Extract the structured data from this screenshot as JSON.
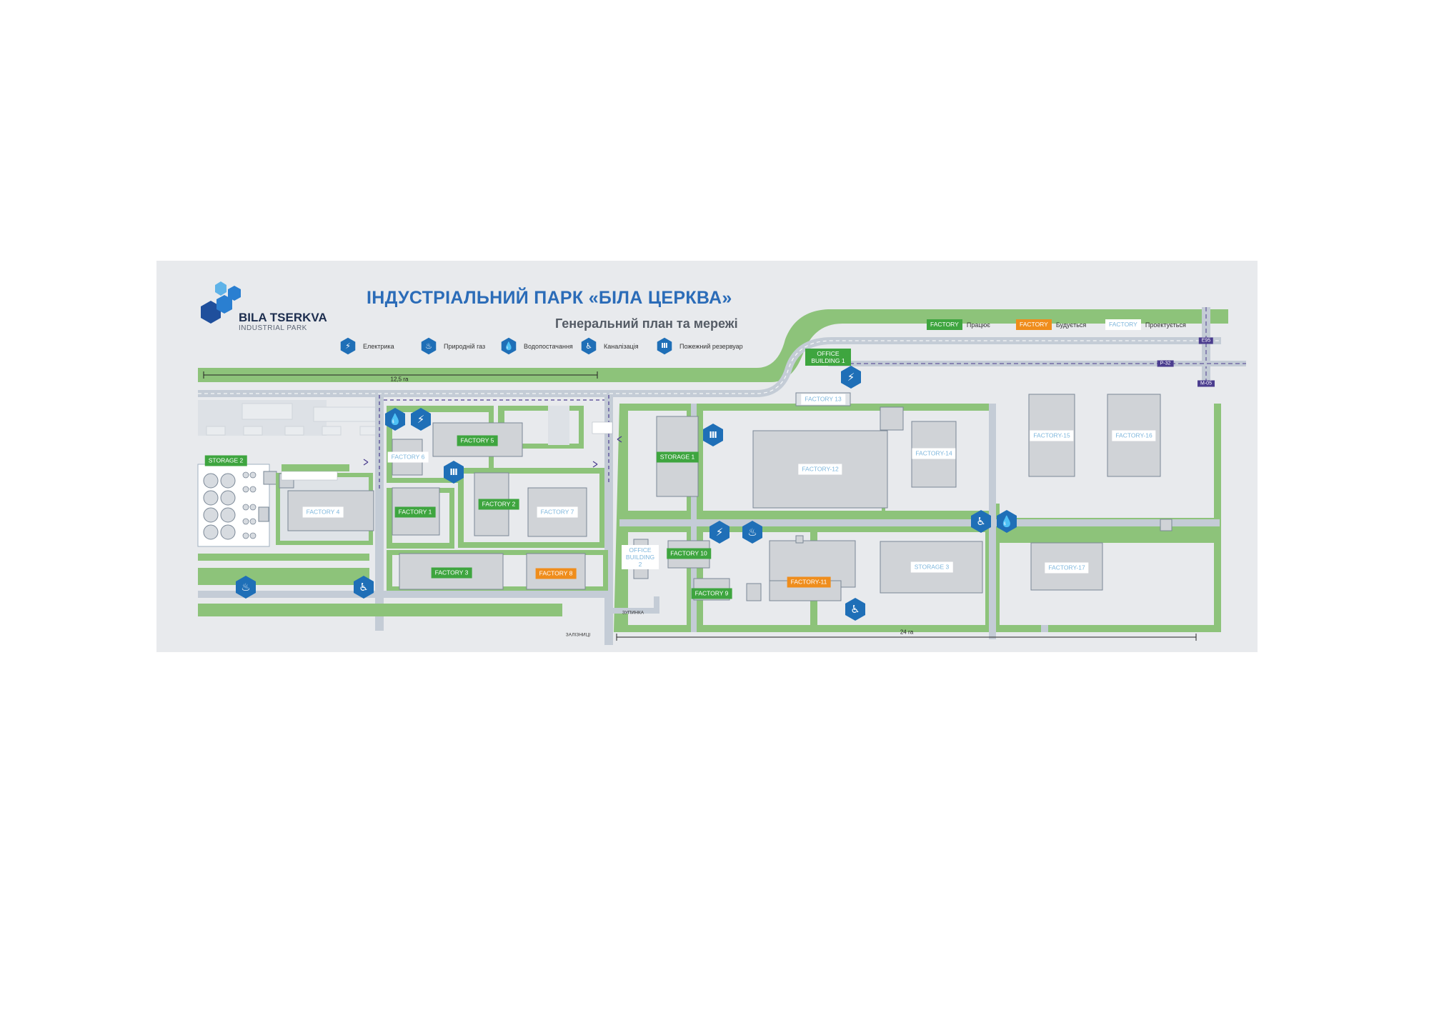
{
  "header": {
    "title": "ІНДУСТРІАЛЬНИЙ ПАРК «БІЛА ЦЕРКВА»",
    "subtitle": "Генеральний план та мережі"
  },
  "brand": {
    "name": "BILA TSERKVA",
    "tagline": "INDUSTRIAL PARK",
    "colors": [
      "#1f4f9c",
      "#2a7fd1",
      "#5fb3e8"
    ]
  },
  "legend": {
    "utilities": [
      {
        "icon": "electricity-icon",
        "label": "Електрика"
      },
      {
        "icon": "gas-icon",
        "label": "Природній газ"
      },
      {
        "icon": "water-icon",
        "label": "Водопостачання"
      },
      {
        "icon": "sewer-icon",
        "label": "Каналізація"
      },
      {
        "icon": "fire-reservoir-icon",
        "label": "Пожежний резервуар"
      }
    ],
    "statuses": [
      {
        "chip": "FACTORY",
        "label": "Працює",
        "color": "#3ea53f"
      },
      {
        "chip": "FACTORY",
        "label": "Будується",
        "color": "#ef8d1c"
      },
      {
        "chip": "FACTORY",
        "label": "Проектується",
        "color": "#7eb6dc"
      }
    ]
  },
  "buildings": [
    {
      "label": "STORAGE 2",
      "status": "operating"
    },
    {
      "label": "FACTORY 4",
      "status": "planned"
    },
    {
      "label": "FACTORY 6",
      "status": "planned"
    },
    {
      "label": "FACTORY 5",
      "status": "operating"
    },
    {
      "label": "FACTORY 1",
      "status": "operating"
    },
    {
      "label": "FACTORY 2",
      "status": "operating"
    },
    {
      "label": "FACTORY 7",
      "status": "planned"
    },
    {
      "label": "FACTORY 3",
      "status": "operating"
    },
    {
      "label": "FACTORY 8",
      "status": "building"
    },
    {
      "label": "STORAGE 1",
      "status": "operating"
    },
    {
      "label": "OFFICE BUILDING 2",
      "status": "planned"
    },
    {
      "label": "FACTORY 10",
      "status": "operating"
    },
    {
      "label": "FACTORY 9",
      "status": "operating"
    },
    {
      "label": "OFFICE BUILDING 1",
      "status": "operating"
    },
    {
      "label": "FACTORY 13",
      "status": "planned"
    },
    {
      "label": "FACTORY-12",
      "status": "planned"
    },
    {
      "label": "FACTORY-11",
      "status": "building"
    },
    {
      "label": "STORAGE 3",
      "status": "planned"
    },
    {
      "label": "FACTORY-14",
      "status": "planned"
    },
    {
      "label": "FACTORY-15",
      "status": "planned"
    },
    {
      "label": "FACTORY-16",
      "status": "planned"
    },
    {
      "label": "FACTORY-17",
      "status": "planned"
    }
  ],
  "roads": [
    "E95",
    "P-32",
    "M-05"
  ],
  "areas": {
    "west": "12,5 га",
    "east": "24 га"
  },
  "places": {
    "railway": "ЗАЛІЗНИЦІ",
    "stop": "ЗУПИНКА"
  }
}
